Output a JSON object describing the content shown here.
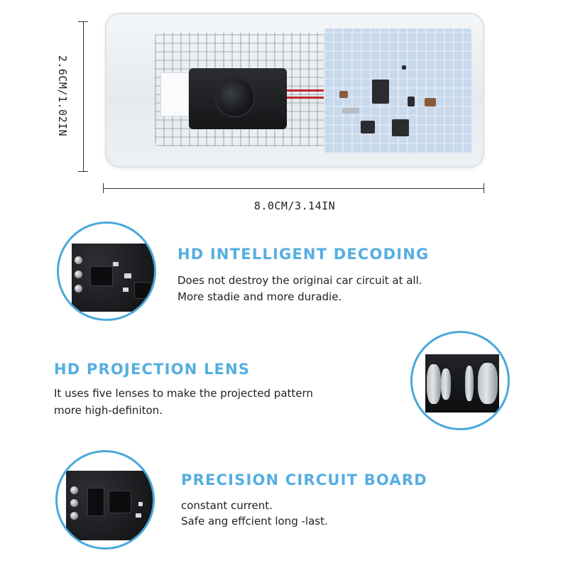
{
  "dimensions": {
    "height_label": "2.6CM/1.02IN",
    "width_label": "8.0CM/3.14IN"
  },
  "features": [
    {
      "title": "HD INTELLIGENT DECODING",
      "lines": [
        "Does not destroy the originai car circuit at all.",
        "More stadie and more duradie."
      ]
    },
    {
      "title": "HD PROJECTION LENS",
      "lines": [
        "It uses five lenses to make the projected pattern",
        "more high-definiton."
      ]
    },
    {
      "title": "PRECISION CIRCUIT BOARD",
      "lines": [
        "constant current.",
        "Safe ang effcient long -last."
      ]
    }
  ],
  "colors": {
    "accent": "#4aa8dc",
    "title": "#56aee0",
    "text": "#222222",
    "background": "#ffffff"
  }
}
